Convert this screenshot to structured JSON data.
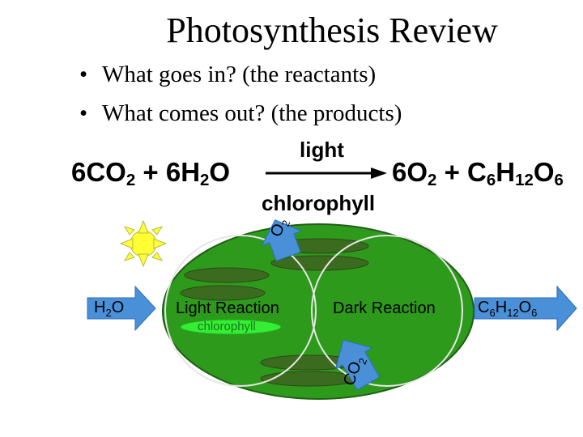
{
  "slide": {
    "title": "Photosynthesis Review",
    "bullets": [
      "What goes in? (the reactants)",
      "What comes out? (the products)"
    ]
  },
  "equation": {
    "reactants": {
      "c1": "6CO",
      "s1": "2",
      "c2": " + 6H",
      "s2": "2",
      "c3": "O"
    },
    "products": {
      "c1": "6O",
      "s1": "2",
      "c2": " + C",
      "s2": "6",
      "c3": "H",
      "s3": "12",
      "c4": "O",
      "s4": "6"
    },
    "above_arrow": "light",
    "below_arrow": "chlorophyll"
  },
  "diagram": {
    "light_reaction": "Light Reaction",
    "dark_reaction": "Dark Reaction",
    "chlorophyll": "chlorophyll",
    "h2o": {
      "a": "H",
      "s": "2",
      "b": "O"
    },
    "o2": {
      "a": "O",
      "s": "2"
    },
    "co2": {
      "a": "CO",
      "s": "2"
    },
    "glucose": {
      "a": "C",
      "s1": "6",
      "b": "H",
      "s2": "12",
      "c": "O",
      "s3": "6"
    }
  },
  "colors": {
    "chloroplast": "#2e9a1c",
    "thylakoid": "#3b6b1f",
    "arrow_blue": "#4a90d9",
    "sun": "#ffff33"
  }
}
